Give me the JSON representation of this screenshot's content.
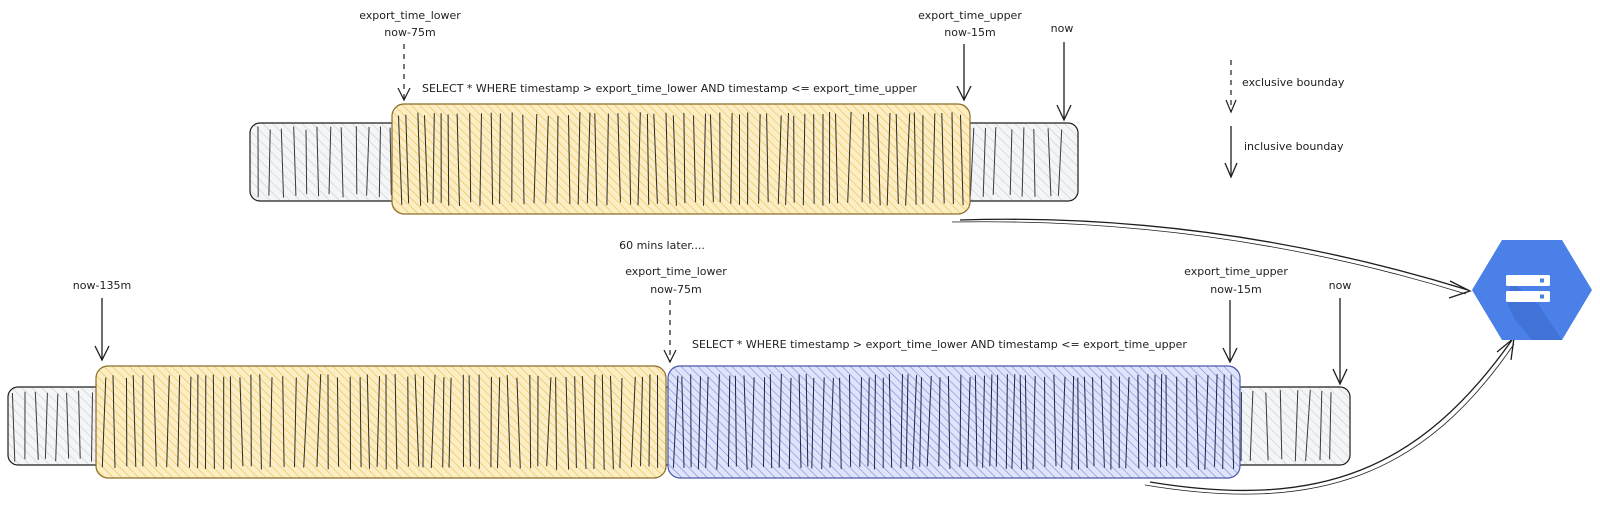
{
  "colors": {
    "ink": "#1e1e1e",
    "track_fill": "#e9ecef",
    "export_window_fill": "#ffec99",
    "export_window_stroke": "#b08a30",
    "previous_window_fill": "#ffec99",
    "new_window_fill": "#a5b4f0",
    "new_window_stroke": "#5c6bc0",
    "bucket_blue": "#4a80e8",
    "bucket_blue_dark": "#3f70d6"
  },
  "top": {
    "lower_label": "export_time_lower",
    "lower_sub": "now-75m",
    "upper_label": "export_time_upper",
    "upper_sub": "now-15m",
    "now_label": "now",
    "sql": "SELECT * WHERE timestamp > export_time_lower AND timestamp <= export_time_upper"
  },
  "legend": {
    "exclusive": "exclusive bounday",
    "inclusive": "inclusive bounday"
  },
  "later_label": "60 mins later....",
  "bottom": {
    "start_label": "now-135m",
    "lower_label": "export_time_lower",
    "lower_sub": "now-75m",
    "upper_label": "export_time_upper",
    "upper_sub": "now-15m",
    "now_label": "now",
    "sql": "SELECT * WHERE timestamp > export_time_lower AND timestamp <= export_time_upper"
  },
  "destination_icon": "cloud-storage-bucket-icon"
}
